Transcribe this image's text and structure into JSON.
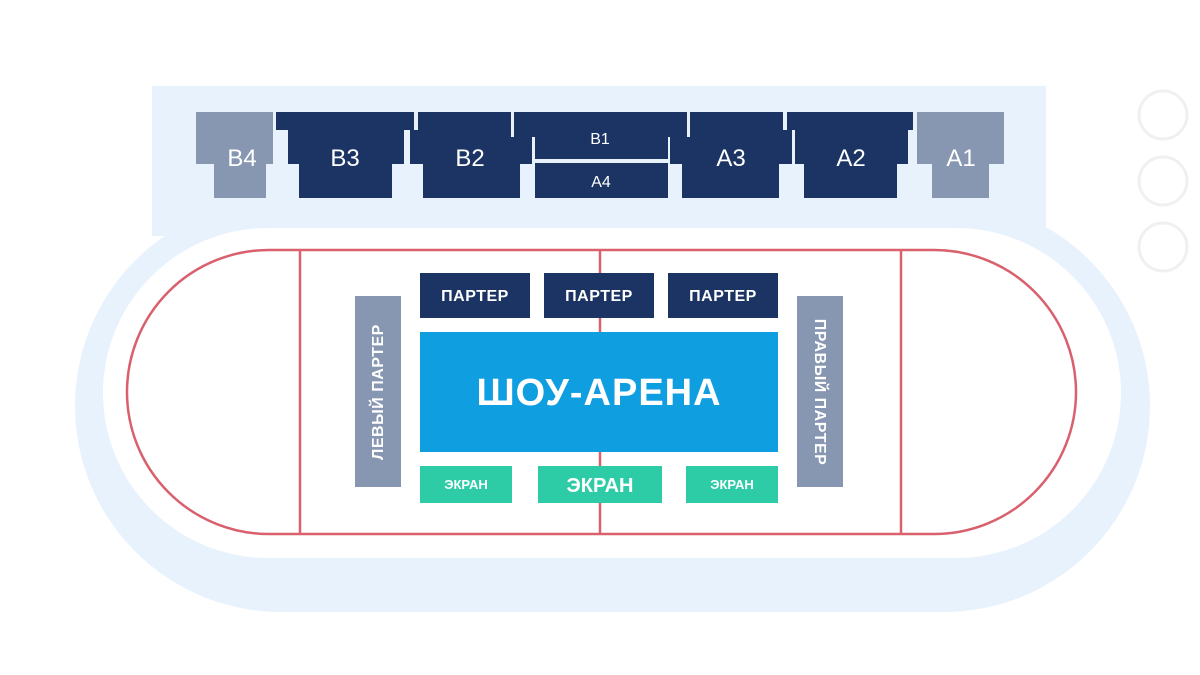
{
  "colors": {
    "outer_zone": "#e8f2fc",
    "field": "#ffffff",
    "track_line": "#d9606d",
    "sector_dark": "#1b3463",
    "sector_light": "#8796b1",
    "arena": "#0f9ee0",
    "screen": "#2ecba7",
    "parterre_side": "#8796b1"
  },
  "sectors": {
    "b4": "B4",
    "b3": "B3",
    "b2": "B2",
    "b1": "B1",
    "a4": "A4",
    "a3": "A3",
    "a2": "A2",
    "a1": "A1"
  },
  "parterre": {
    "left_top": "ПАРТЕР",
    "center_top": "ПАРТЕР",
    "right_top": "ПАРТЕР",
    "left_side": "ЛЕВЫЙ ПАРТЕР",
    "right_side": "ПРАВЫЙ ПАРТЕР"
  },
  "arena": {
    "label": "ШОУ-АРЕНА"
  },
  "screens": {
    "left": "ЭКРАН",
    "center": "ЭКРАН",
    "right": "ЭКРАН"
  }
}
